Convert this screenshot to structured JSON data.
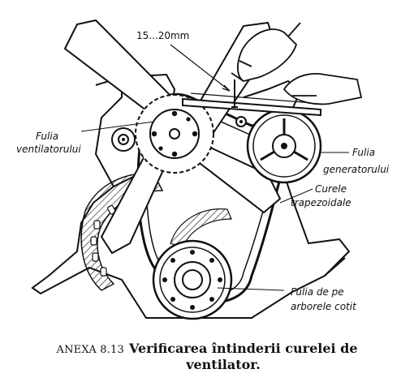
{
  "labels": {
    "measurement": "15...20mm",
    "fan_pulley_line1": "Fulia",
    "fan_pulley_line2": "ventilatorului",
    "generator_pulley_line1": "Fulia",
    "generator_pulley_line2": "generatorului",
    "belts_line1": "Curele",
    "belts_line2": "trapezoidale",
    "crank_pulley_line1": "Fulia de pe",
    "crank_pulley_line2": "arborele cotit"
  },
  "caption": {
    "number": "ANEXA 8.13",
    "title_line1": "Verificarea întinderii curelei de",
    "title_line2": "ventilator."
  },
  "colors": {
    "ink": "#111111",
    "paper": "#ffffff"
  }
}
